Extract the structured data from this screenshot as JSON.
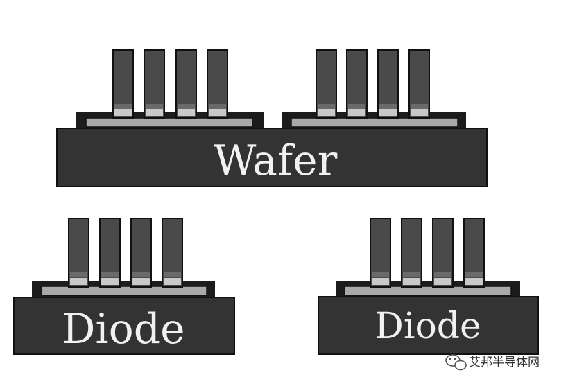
{
  "diagram": {
    "wafer": {
      "label": "Wafer"
    },
    "diode_left": {
      "label": "Diode"
    },
    "diode_right": {
      "label": "Diode"
    }
  },
  "watermark": {
    "text": "艾邦半导体网",
    "icon": "chat-bubble-icon"
  },
  "colors": {
    "slab": "#333333",
    "pin": "#4a4a4a",
    "pin_stripe": "#c9c9c9",
    "pad": "#a9a9a9",
    "outline": "#111111",
    "label": "#f1f1f1"
  }
}
